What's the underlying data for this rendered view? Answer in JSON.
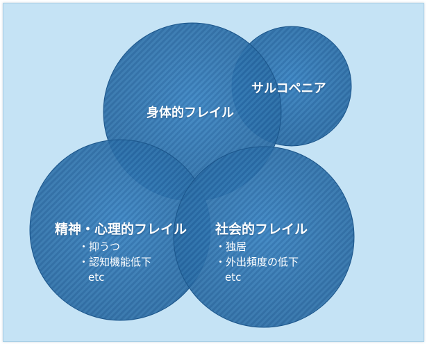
{
  "diagram": {
    "circles": [
      {
        "id": "sarcopenia",
        "title": "サルコペニア",
        "items": [],
        "etc": ""
      },
      {
        "id": "physical",
        "title": "身体的フレイル",
        "items": [],
        "etc": ""
      },
      {
        "id": "mental",
        "title": "精神・心理的フレイル",
        "items": [
          "・抑うつ",
          "・認知機能低下"
        ],
        "etc": "etc"
      },
      {
        "id": "social",
        "title": "社会的フレイル",
        "items": [
          "・独居",
          "・外出頻度の低下"
        ],
        "etc": "etc"
      }
    ],
    "colors": {
      "background": "#c5e3f5",
      "circle_fill": "#2a6fae",
      "circle_stroke": "#1d5a92",
      "text": "#ffffff"
    }
  }
}
